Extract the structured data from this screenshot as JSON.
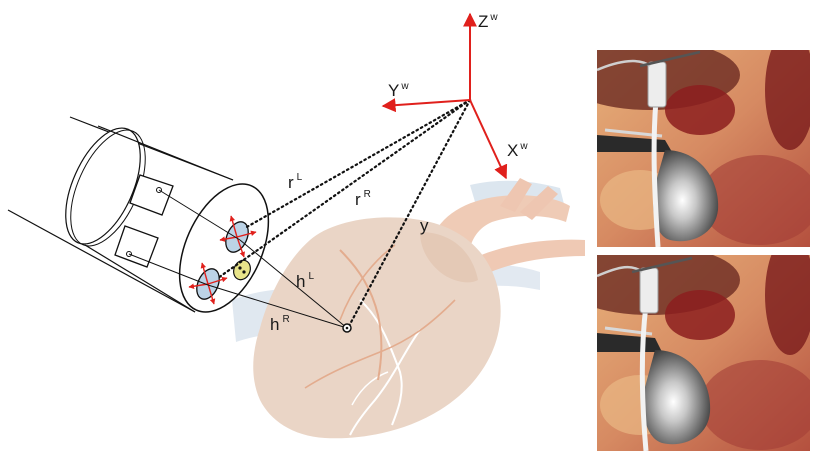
{
  "axes": {
    "x": {
      "label": "X",
      "superscript": "w"
    },
    "y": {
      "label": "Y",
      "superscript": "w"
    },
    "z": {
      "label": "Z",
      "superscript": "w"
    }
  },
  "distances": {
    "r_left": {
      "label": "r",
      "superscript": "L"
    },
    "r_right": {
      "label": "r",
      "superscript": "R"
    },
    "y": {
      "label": "y"
    },
    "h_left": {
      "label": "h",
      "superscript": "L"
    },
    "h_right": {
      "label": "h",
      "superscript": "R"
    }
  },
  "colors": {
    "axis": "#e0201c",
    "heart_tissue": "#e9d4c4",
    "vessel": "#d9e4ef",
    "artery": "#efc7b0",
    "endoscope_outline": "#111111",
    "lens": "#bcd3e6",
    "light_source": "#e8e48a"
  },
  "images": [
    {
      "name": "left-stereo-view",
      "subject": "surgical endoscope view of heart tissue with instrument"
    },
    {
      "name": "right-stereo-view",
      "subject": "surgical endoscope view of heart tissue with instrument"
    }
  ]
}
